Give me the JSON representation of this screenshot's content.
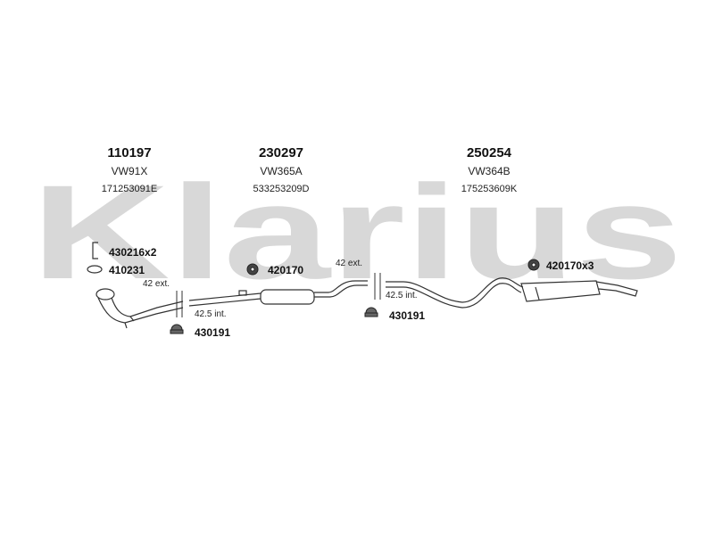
{
  "watermark": "Klarius",
  "colors": {
    "watermark": "#d8d8d8",
    "line": "#333333",
    "background": "#ffffff"
  },
  "parts": [
    {
      "part_number": "110197",
      "ref": "VW91X",
      "oem": "171253091E"
    },
    {
      "part_number": "230297",
      "ref": "VW365A",
      "oem": "533253209D"
    },
    {
      "part_number": "250254",
      "ref": "VW364B",
      "oem": "175253609K"
    }
  ],
  "accessories": [
    {
      "label": "430216x2",
      "icon": "clamp-icon"
    },
    {
      "label": "410231",
      "icon": "gasket-icon"
    },
    {
      "label": "420170",
      "icon": "rubber-mount-icon"
    },
    {
      "label": "420170x3",
      "icon": "rubber-mount-icon"
    },
    {
      "label": "430191",
      "icon": "clamp-bracket-icon"
    },
    {
      "label": "430191",
      "icon": "clamp-bracket-icon"
    }
  ],
  "dimensions": [
    {
      "label": "42 ext."
    },
    {
      "label": "42.5 int."
    },
    {
      "label": "42 ext."
    },
    {
      "label": "42.5 int."
    }
  ]
}
